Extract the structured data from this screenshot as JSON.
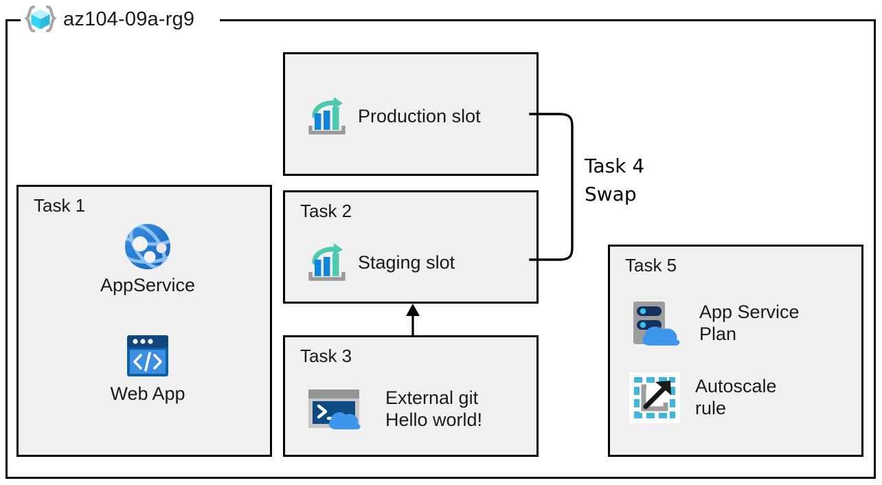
{
  "resource_group": {
    "icon": "azure-resource-group-cube-icon",
    "name": "az104-09a-rg9"
  },
  "boxes": {
    "production_slot": {
      "title": "",
      "item_label": "Production  slot",
      "item_icon": "deployment-slot-icon"
    },
    "task1": {
      "title": "Task 1",
      "items": [
        {
          "icon": "app-service-globe-icon",
          "label": "AppService"
        },
        {
          "icon": "web-app-browser-code-icon",
          "label": "Web App"
        }
      ]
    },
    "task2": {
      "title": "Task 2",
      "item_label": "Staging slot",
      "item_icon": "deployment-slot-icon"
    },
    "task3": {
      "title": "Task 3",
      "item_label": "External git\nHello world!",
      "item_icon": "cloud-shell-terminal-icon"
    },
    "task5": {
      "title": "Task 5",
      "items": [
        {
          "icon": "app-service-plan-server-cloud-icon",
          "label": "App Service\nPlan"
        },
        {
          "icon": "autoscale-rule-icon",
          "label": "Autoscale\nrule"
        }
      ]
    }
  },
  "connectors": {
    "swap": {
      "label": "Task 4\nSwap",
      "from": "production_slot",
      "to": "task2"
    },
    "task3_to_task2": {
      "icon": "up-arrow-icon"
    }
  },
  "colors": {
    "box_fill": "#f0f0f0",
    "border": "#000000",
    "azure_blue": "#0078d4",
    "azure_light_blue": "#50b0f0",
    "teal": "#4ec9b0",
    "cyan": "#50e6ff",
    "gray": "#a0a0a0",
    "navy": "#123a6e"
  }
}
